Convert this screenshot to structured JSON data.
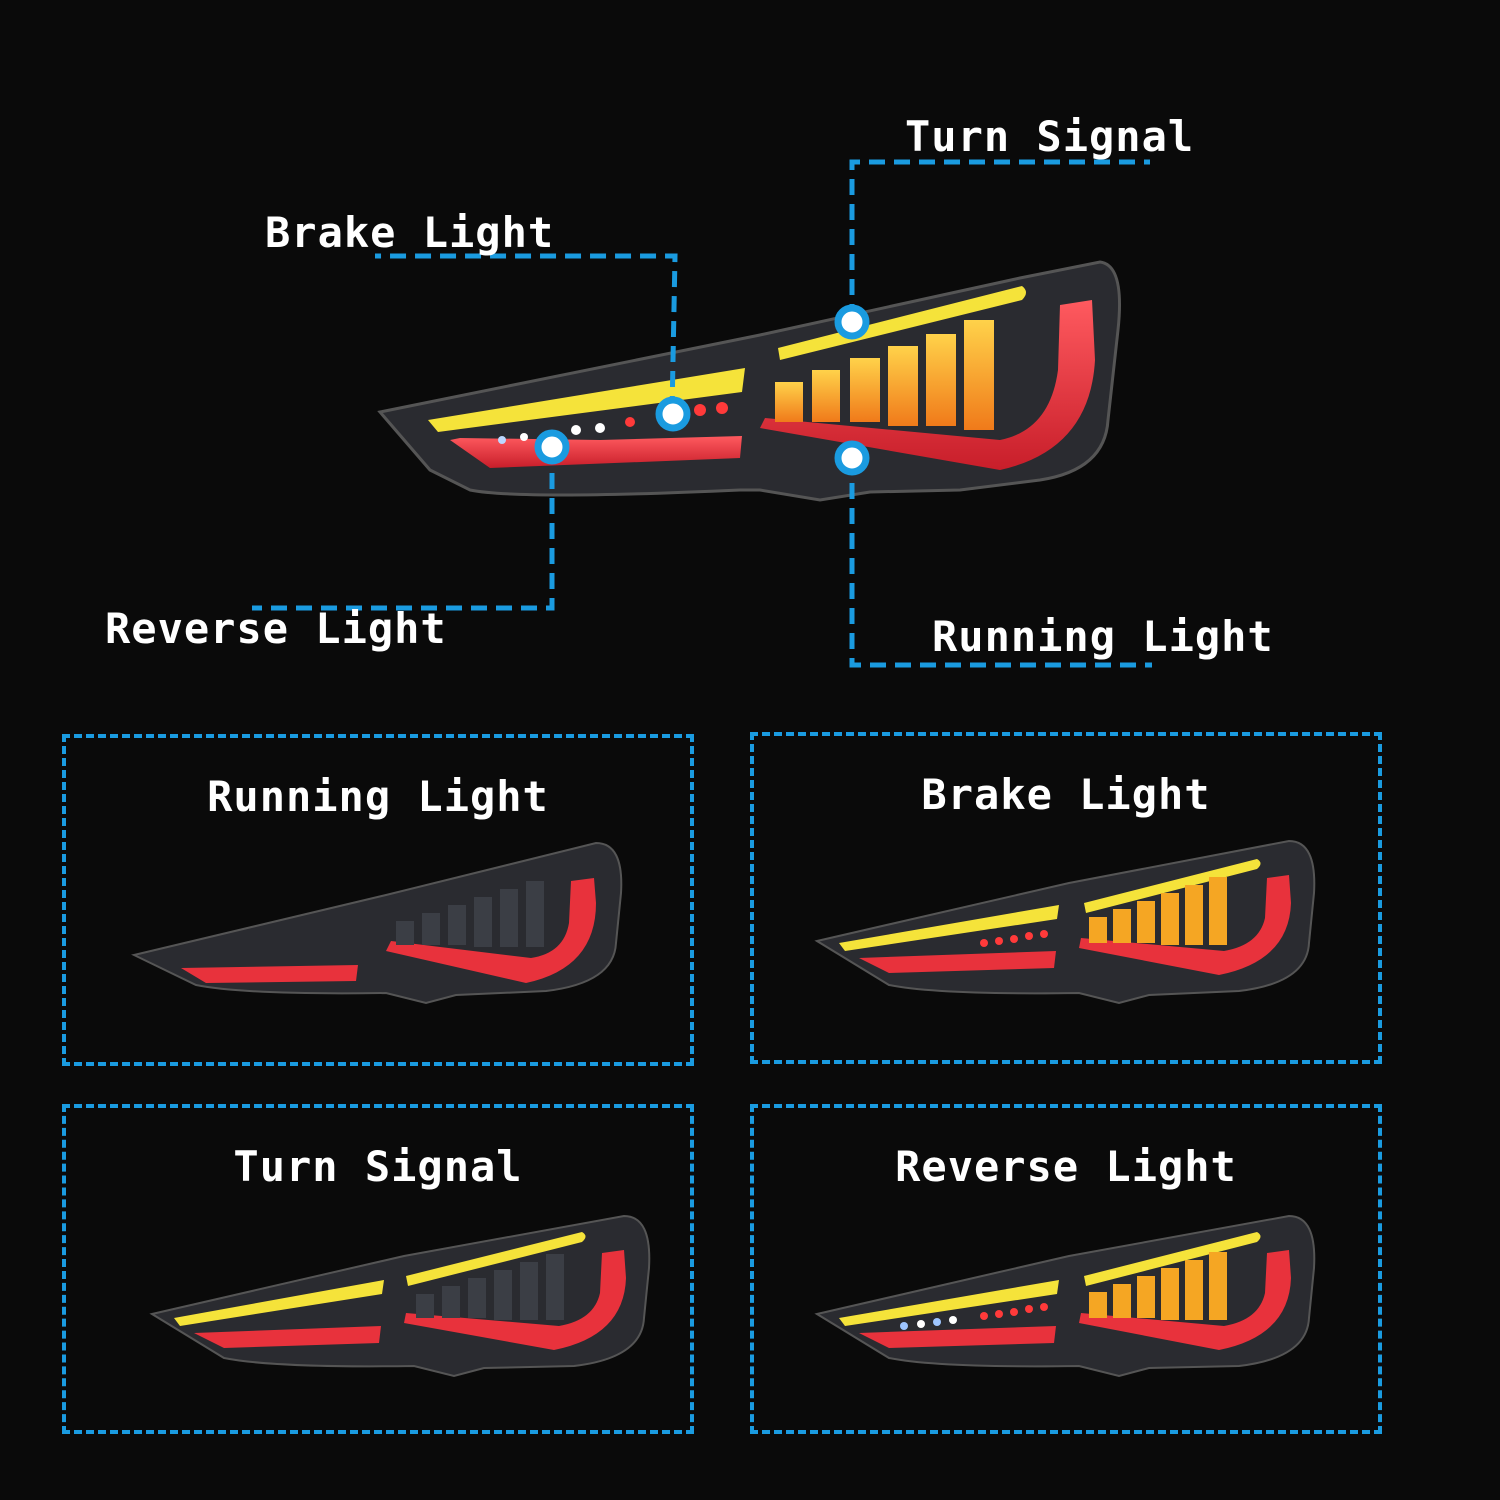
{
  "callouts": {
    "turn_signal": "Turn Signal",
    "brake_light": "Brake Light",
    "reverse_light": "Reverse Light",
    "running_light": "Running Light"
  },
  "panels": [
    {
      "title": "Running Light"
    },
    {
      "title": "Brake Light"
    },
    {
      "title": "Turn Signal"
    },
    {
      "title": "Reverse Light"
    }
  ],
  "colors": {
    "background": "#0a0a0a",
    "callout_line": "#1a9be0",
    "running": "#e8323c",
    "turn": "#f5e33a",
    "brake_amber": "#f5a623",
    "reverse": "#ffffff"
  }
}
